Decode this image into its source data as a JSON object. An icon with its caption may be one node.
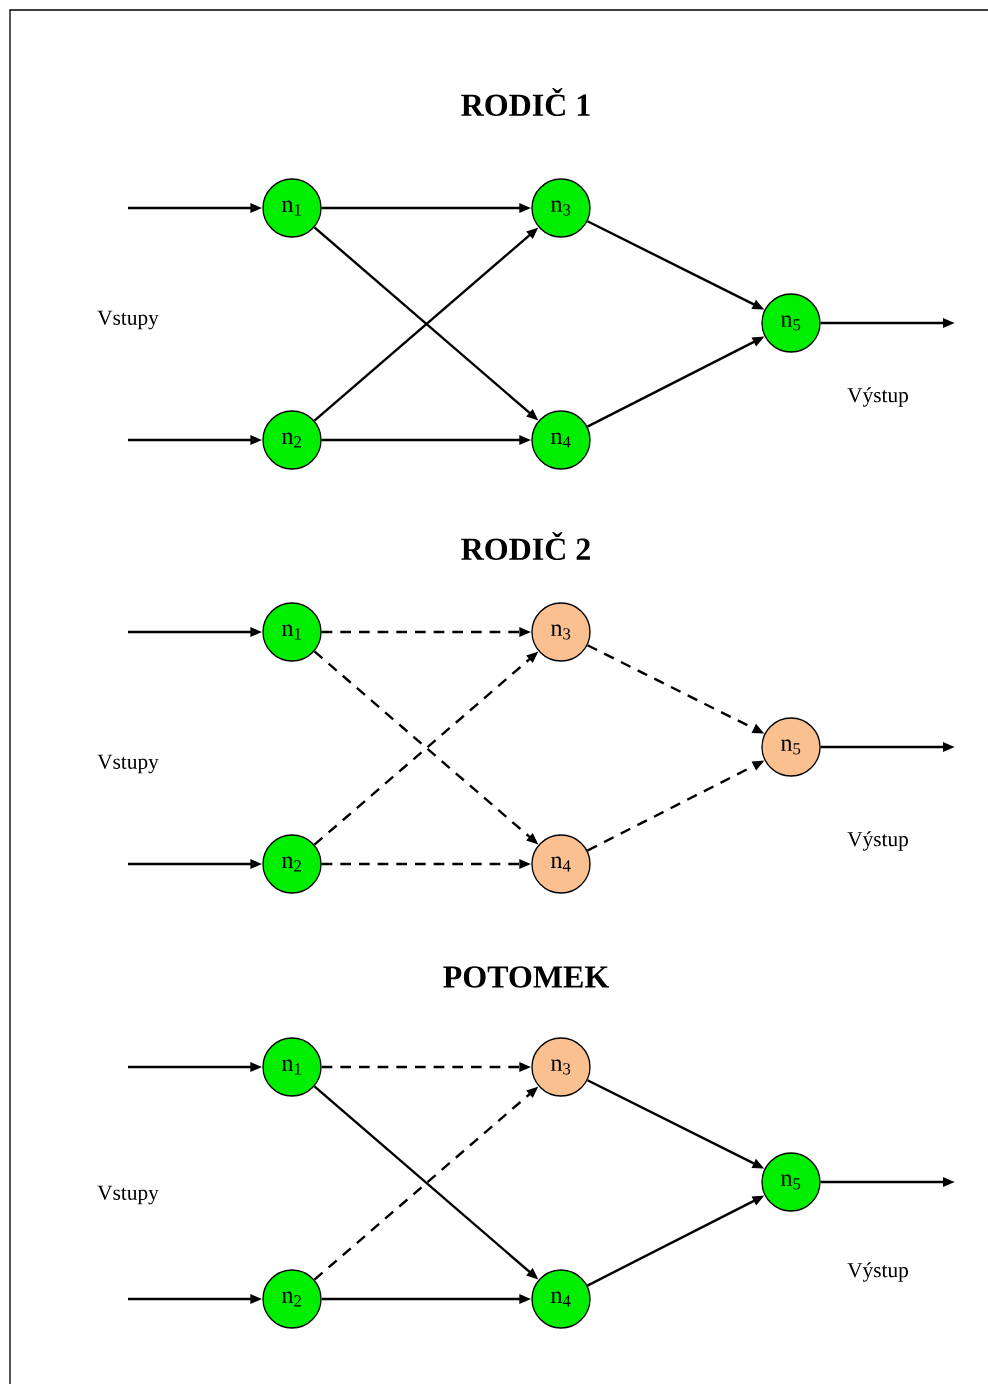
{
  "diagram": {
    "nodes": [
      {
        "text": [
          "n$_{1}$"
        ]
      },
      {
        "text": [
          "n$_{2}$"
        ]
      },
      {
        "text": [
          "n$_{3}$"
        ]
      },
      {
        "text": [
          "n$_{4}$"
        ]
      },
      {
        "text": [
          "n$_{5}$"
        ]
      },
      {
        "text": [
          "n$_{1}$"
        ]
      },
      {
        "text": [
          "n$_{2}$"
        ]
      },
      {
        "text": [
          "n$_{3}$"
        ]
      },
      {
        "text": [
          "n$_{4}$"
        ]
      },
      {
        "text": [
          "n$_{5}$"
        ]
      },
      {
        "text": [
          "n$_{1}$"
        ]
      },
      {
        "text": [
          "n$_{2}$"
        ]
      },
      {
        "text": [
          "n$_{3}$"
        ]
      },
      {
        "text": [
          "n$_{4}$"
        ]
      },
      {
        "text": [
          "n$_{5}$"
        ]
      }
    ],
    "edges": [
      {
        "from": null,
        "to": 0,
        "arrow": "to"
      },
      {
        "from": null,
        "to": 1,
        "arrow": "to"
      },
      {
        "from": 0,
        "to": 2,
        "arrow": "to"
      },
      {
        "from": 0,
        "to": 3,
        "arrow": "to"
      },
      {
        "from": 1,
        "to": 2,
        "arrow": "to"
      },
      {
        "from": 1,
        "to": 3,
        "arrow": "to"
      },
      {
        "from": 2,
        "to": 4,
        "arrow": "to"
      },
      {
        "from": 3,
        "to": 4,
        "arrow": "to"
      },
      {
        "from": 4,
        "to": null,
        "arrow": "to"
      },
      {
        "from": null,
        "to": 5,
        "arrow": "to"
      },
      {
        "from": null,
        "to": 6,
        "arrow": "to"
      },
      {
        "from": 5,
        "to": 7,
        "arrow": "to",
        "style": "dashed"
      },
      {
        "from": 5,
        "to": 8,
        "arrow": "to",
        "style": "dashed"
      },
      {
        "from": 6,
        "to": 7,
        "arrow": "to",
        "style": "dashed"
      },
      {
        "from": 6,
        "to": 8,
        "arrow": "to",
        "style": "dashed"
      },
      {
        "from": 7,
        "to": 9,
        "arrow": "to",
        "style": "dashed"
      },
      {
        "from": 8,
        "to": 9,
        "arrow": "to",
        "style": "dashed"
      },
      {
        "from": 9,
        "to": null,
        "arrow": "to"
      },
      {
        "from": null,
        "to": 10,
        "arrow": "to"
      },
      {
        "from": null,
        "to": 11,
        "arrow": "to"
      },
      {
        "from": 10,
        "to": 12,
        "arrow": "to",
        "style": "dashed"
      },
      {
        "from": 10,
        "to": 13,
        "arrow": "to"
      },
      {
        "from": 11,
        "to": 12,
        "arrow": "to",
        "style": "dashed"
      },
      {
        "from": 11,
        "to": 13,
        "arrow": "to"
      },
      {
        "from": 12,
        "to": 14,
        "arrow": "to"
      },
      {
        "from": 13,
        "to": 14,
        "arrow": "to"
      },
      {
        "from": 14,
        "to": null,
        "arrow": "to"
      }
    ],
    "labels": [
      "RODIČ 1",
      "Vstupy",
      "Výstup",
      "RODIČ 2",
      "Vstupy",
      "Výstup",
      "POTOMEK",
      "Vstupy",
      "Výstup"
    ]
  }
}
